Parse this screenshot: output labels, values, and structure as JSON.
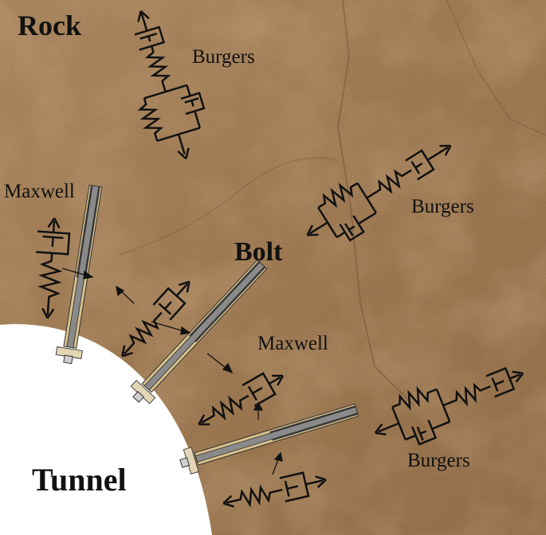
{
  "labels": {
    "rock": "Rock",
    "bolt": "Bolt",
    "tunnel": "Tunnel",
    "burgers_top": "Burgers",
    "burgers_right": "Burgers",
    "burgers_bottom": "Burgers",
    "maxwell_left": "Maxwell",
    "maxwell_center": "Maxwell"
  },
  "colors": {
    "rock_base": "#a07a52",
    "rock_light": "#c4a27a",
    "rock_dark": "#6e4e31",
    "tunnel": "#ffffff",
    "bolt_rod": "#3c3c3c",
    "bolt_plate": "#e2d6b4",
    "element_stroke": "#111111"
  },
  "icons": {
    "spring": "zigzag-spring-icon",
    "dashpot": "dashpot-icon",
    "arrow": "arrow-icon"
  }
}
